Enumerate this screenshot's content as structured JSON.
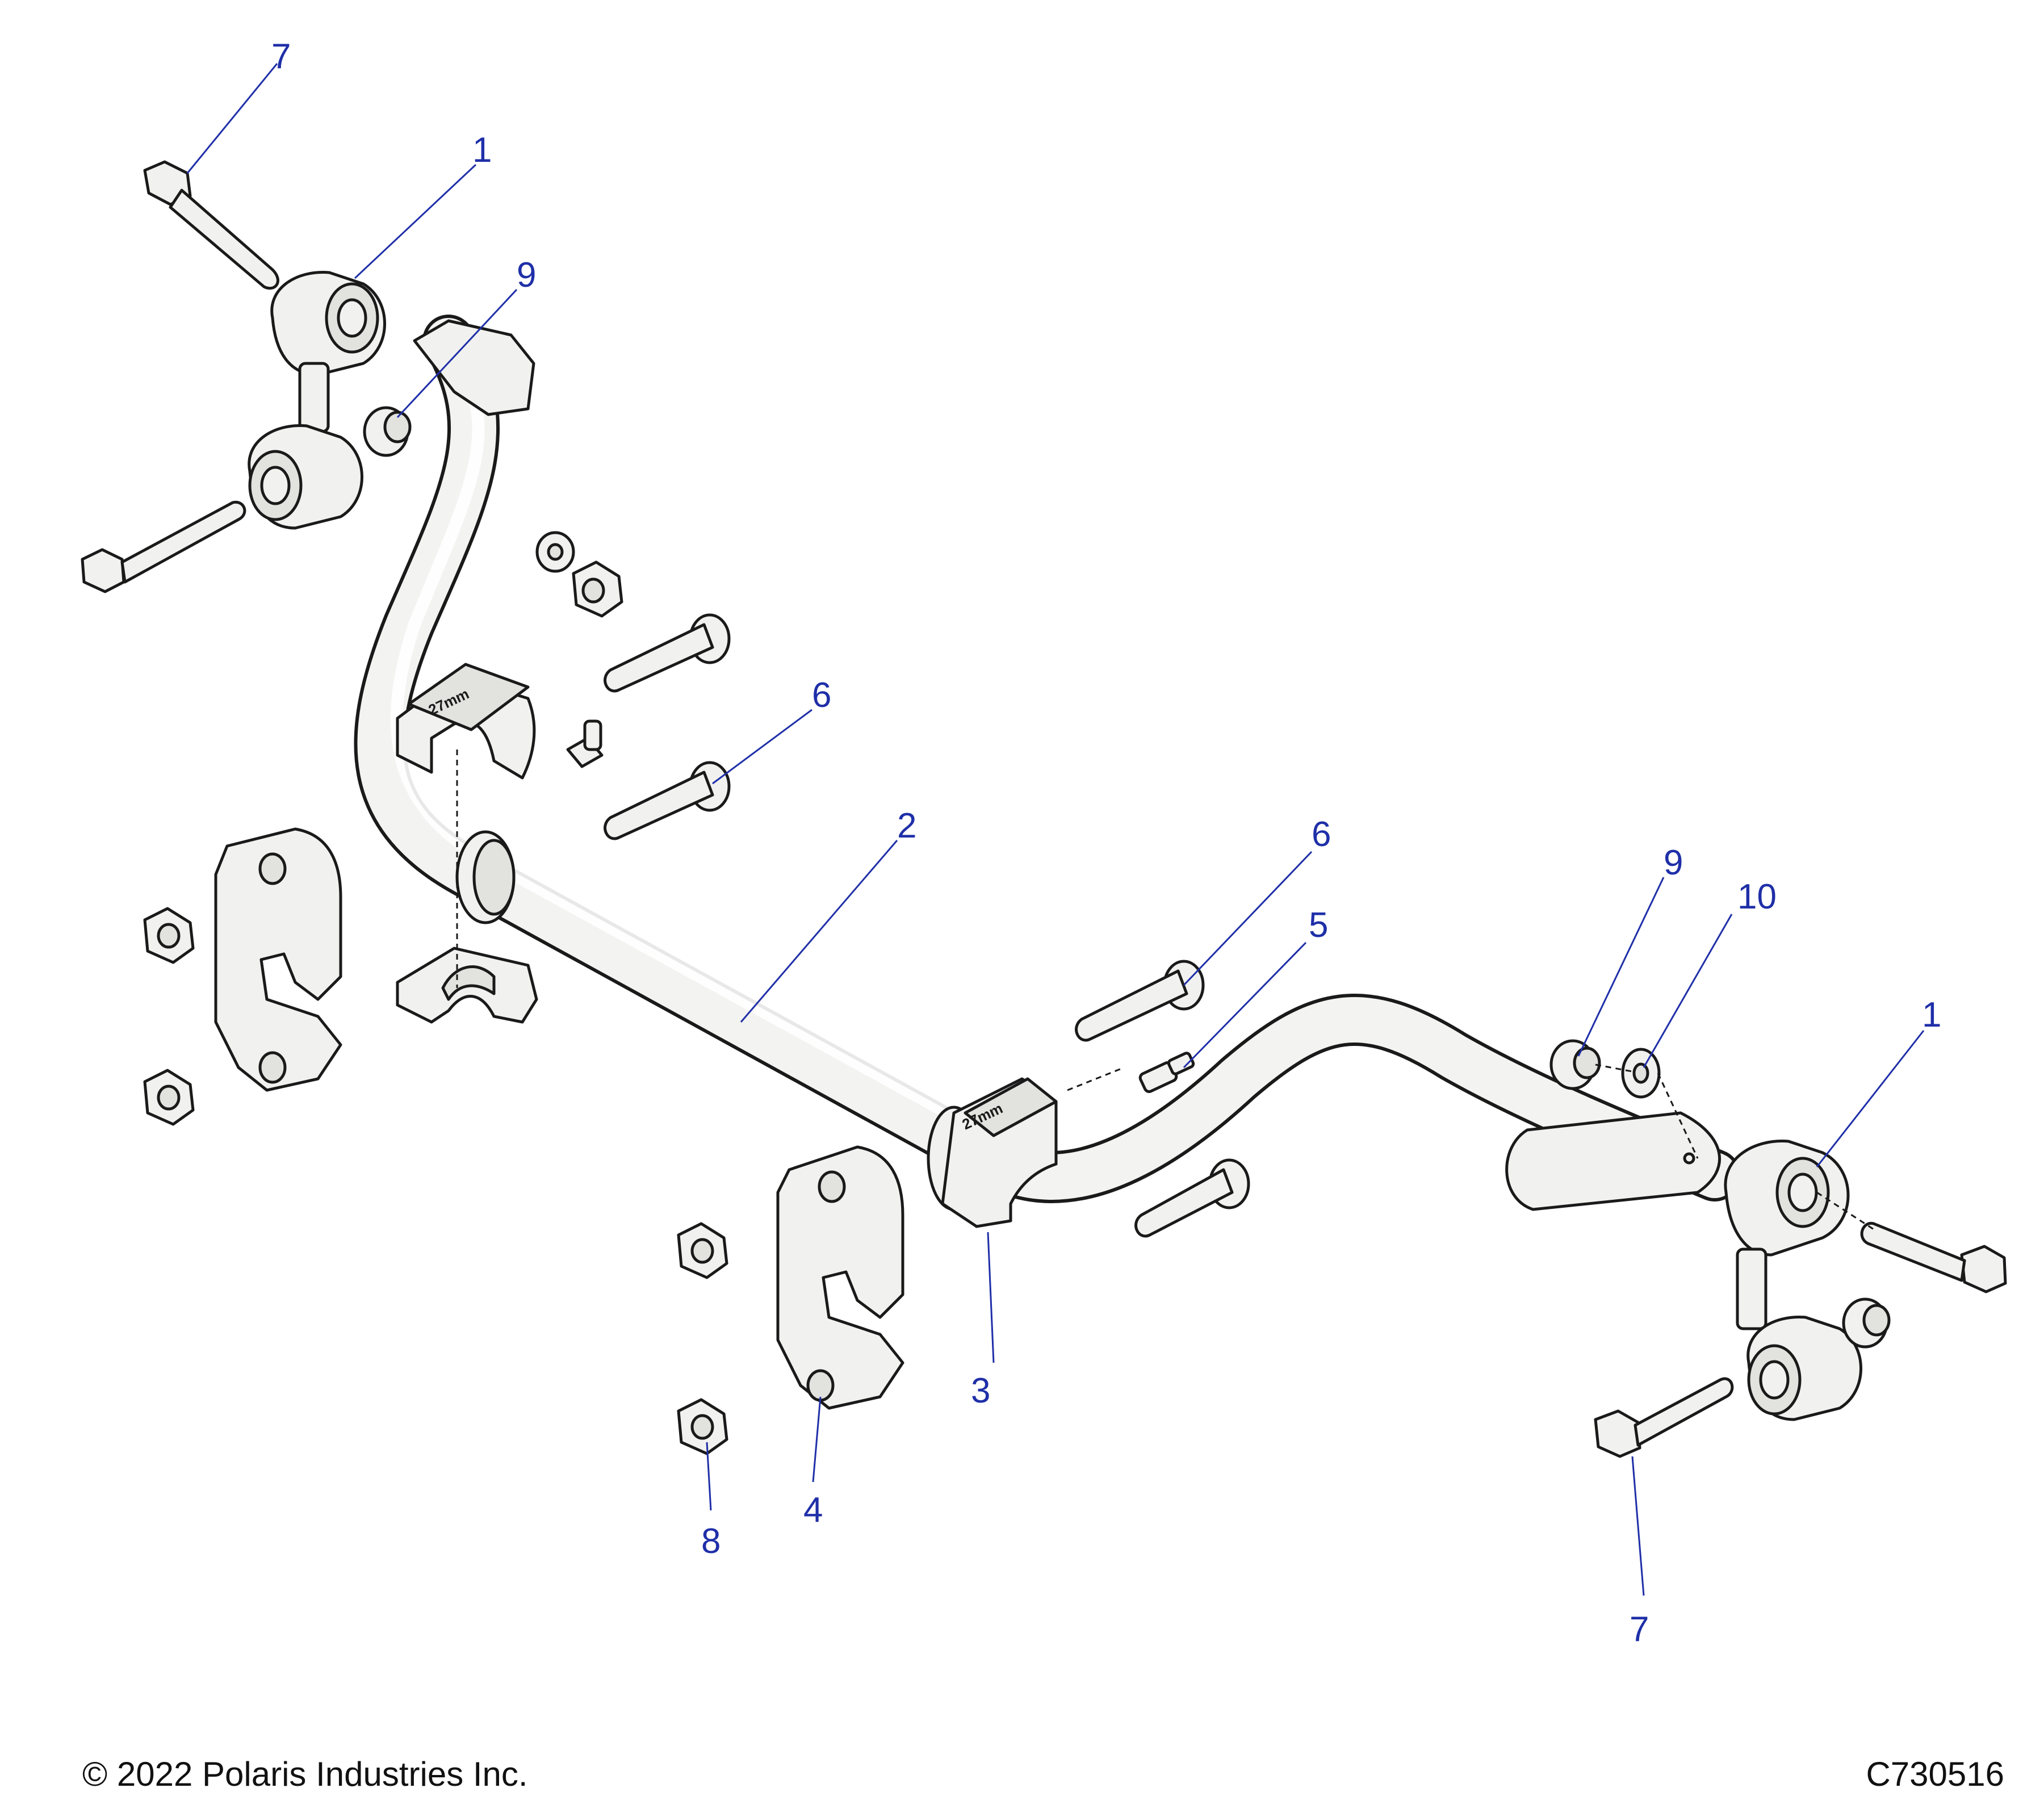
{
  "diagram": {
    "callouts": {
      "c1_left": "1",
      "c1_right": "1",
      "c2": "2",
      "c3": "3",
      "c4": "4",
      "c5": "5",
      "c6_left": "6",
      "c6_right": "6",
      "c7_top": "7",
      "c7_bottom": "7",
      "c8": "8",
      "c9_left": "9",
      "c9_right": "9",
      "c10": "10"
    },
    "bushing_stamp": "27mm",
    "colors": {
      "callout": "#1f2fa8",
      "line_art": "#1a1a1a",
      "part_fill": "#f1f1ef"
    }
  },
  "footer": {
    "copyright": "© 2022 Polaris Industries Inc.",
    "drawing_id": "C730516"
  }
}
